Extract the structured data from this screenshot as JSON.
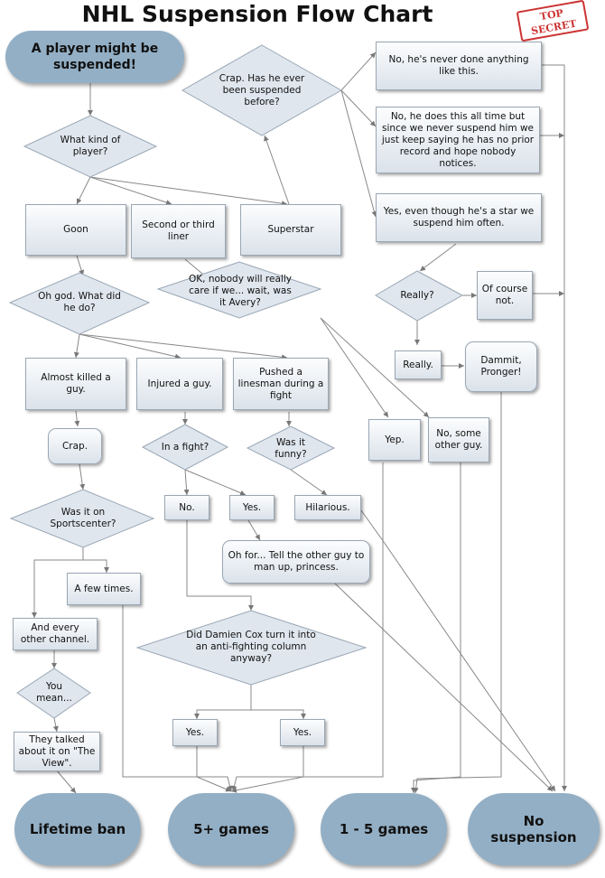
{
  "title": "NHL Suspension Flow Chart",
  "stamp": "TOP SECRET",
  "nodes": {
    "start": "A player might be suspended!",
    "what_kind": "What kind of player?",
    "goon": "Goon",
    "second_third": "Second or third liner",
    "superstar": "Superstar",
    "crap_suspended": "Crap. Has he ever been suspended before?",
    "never_done": "No, he's never done anything like this.",
    "does_all_time": "No, he does this all time but since we never suspend him we just keep saying he has no prior record and hope nobody notices.",
    "yes_star": "Yes, even though he's a star we suspend him often.",
    "really_q": "Really?",
    "of_course_not": "Of course not.",
    "really_a": "Really.",
    "dammit": "Dammit, Pronger!",
    "oh_god": "Oh god. What did he do?",
    "ok_nobody": "OK, nobody will really care if we... wait, was it Avery?",
    "almost_killed": "Almost killed a guy.",
    "injured": "Injured a guy.",
    "pushed": "Pushed a linesman during a fight",
    "yep": "Yep.",
    "no_other": "No, some other guy.",
    "crap": "Crap.",
    "in_fight": "In a fight?",
    "was_funny": "Was it funny?",
    "on_sportscenter": "Was it on Sportscenter?",
    "no_fight": "No.",
    "yes_fight": "Yes.",
    "hilarious": "Hilarious.",
    "few_times": "A few times.",
    "oh_for": "Oh for... Tell the other guy to man up, princess.",
    "every_channel": "And every other channel.",
    "damien": "Did Damien Cox turn it into an anti-fighting column anyway?",
    "you_mean": "You mean...",
    "the_view": "They talked about it on \"The View\".",
    "yes_a": "Yes.",
    "yes_b": "Yes.",
    "lifetime": "Lifetime ban",
    "five_plus": "5+ games",
    "one_five": "1 - 5 games",
    "no_susp": "No suspension"
  }
}
